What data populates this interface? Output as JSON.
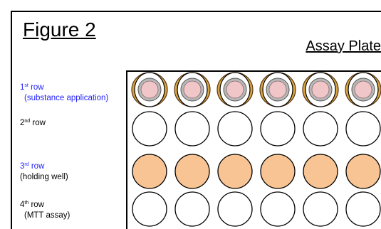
{
  "figure_title": "Figure 2",
  "plate_title": "Assay Plate",
  "rows": [
    {
      "ordinal": "1",
      "suffix": "st",
      "word": "row",
      "description": "(substance application)",
      "color": "#1f1fff",
      "well_type": "insert",
      "well_fill": "#f1c6c9"
    },
    {
      "ordinal": "2",
      "suffix": "nd",
      "word": "row",
      "description": "",
      "color": "#000000",
      "well_type": "empty",
      "well_fill": "#ffffff"
    },
    {
      "ordinal": "3",
      "suffix": "rd",
      "word": "row",
      "description": "(holding well)",
      "color": "#000000",
      "ordinal_color": "#1f1fff",
      "well_type": "filled",
      "well_fill": "#f8c493"
    },
    {
      "ordinal": "4",
      "suffix": "th",
      "word": "row",
      "description": "(MTT assay)",
      "color": "#000000",
      "well_type": "empty",
      "well_fill": "#ffffff"
    }
  ],
  "wells_per_row": 6,
  "colors": {
    "outline": "#000000",
    "insert_rim": "#b8b8b8",
    "insert_ring": "#5a3a1a",
    "insert_gold": "#d9a441"
  }
}
